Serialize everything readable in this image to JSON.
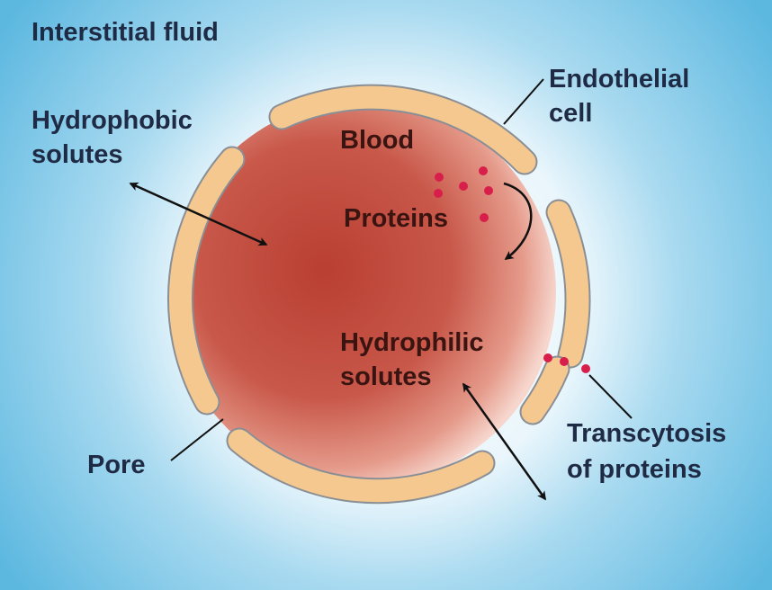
{
  "labels": {
    "interstitial_fluid": "Interstitial fluid",
    "endothelial_line1": "Endothelial",
    "endothelial_line2": "cell",
    "hydrophobic_line1": "Hydrophobic",
    "hydrophobic_line2": "solutes",
    "blood": "Blood",
    "proteins": "Proteins",
    "hydrophilic_line1": "Hydrophilic",
    "hydrophilic_line2": "solutes",
    "transcytosis_line1": "Transcytosis",
    "transcytosis_line2": "of proteins",
    "pore": "Pore"
  },
  "colors": {
    "background_blue": "#5db8e0",
    "background_glow": "#eaf6fc",
    "blood": "#c14a3b",
    "blood_light": "#e7a08f",
    "cell_fill": "#f5c890",
    "cell_border": "#8a8f96",
    "protein": "#d81e4a",
    "label_text": "#1f2a44"
  }
}
